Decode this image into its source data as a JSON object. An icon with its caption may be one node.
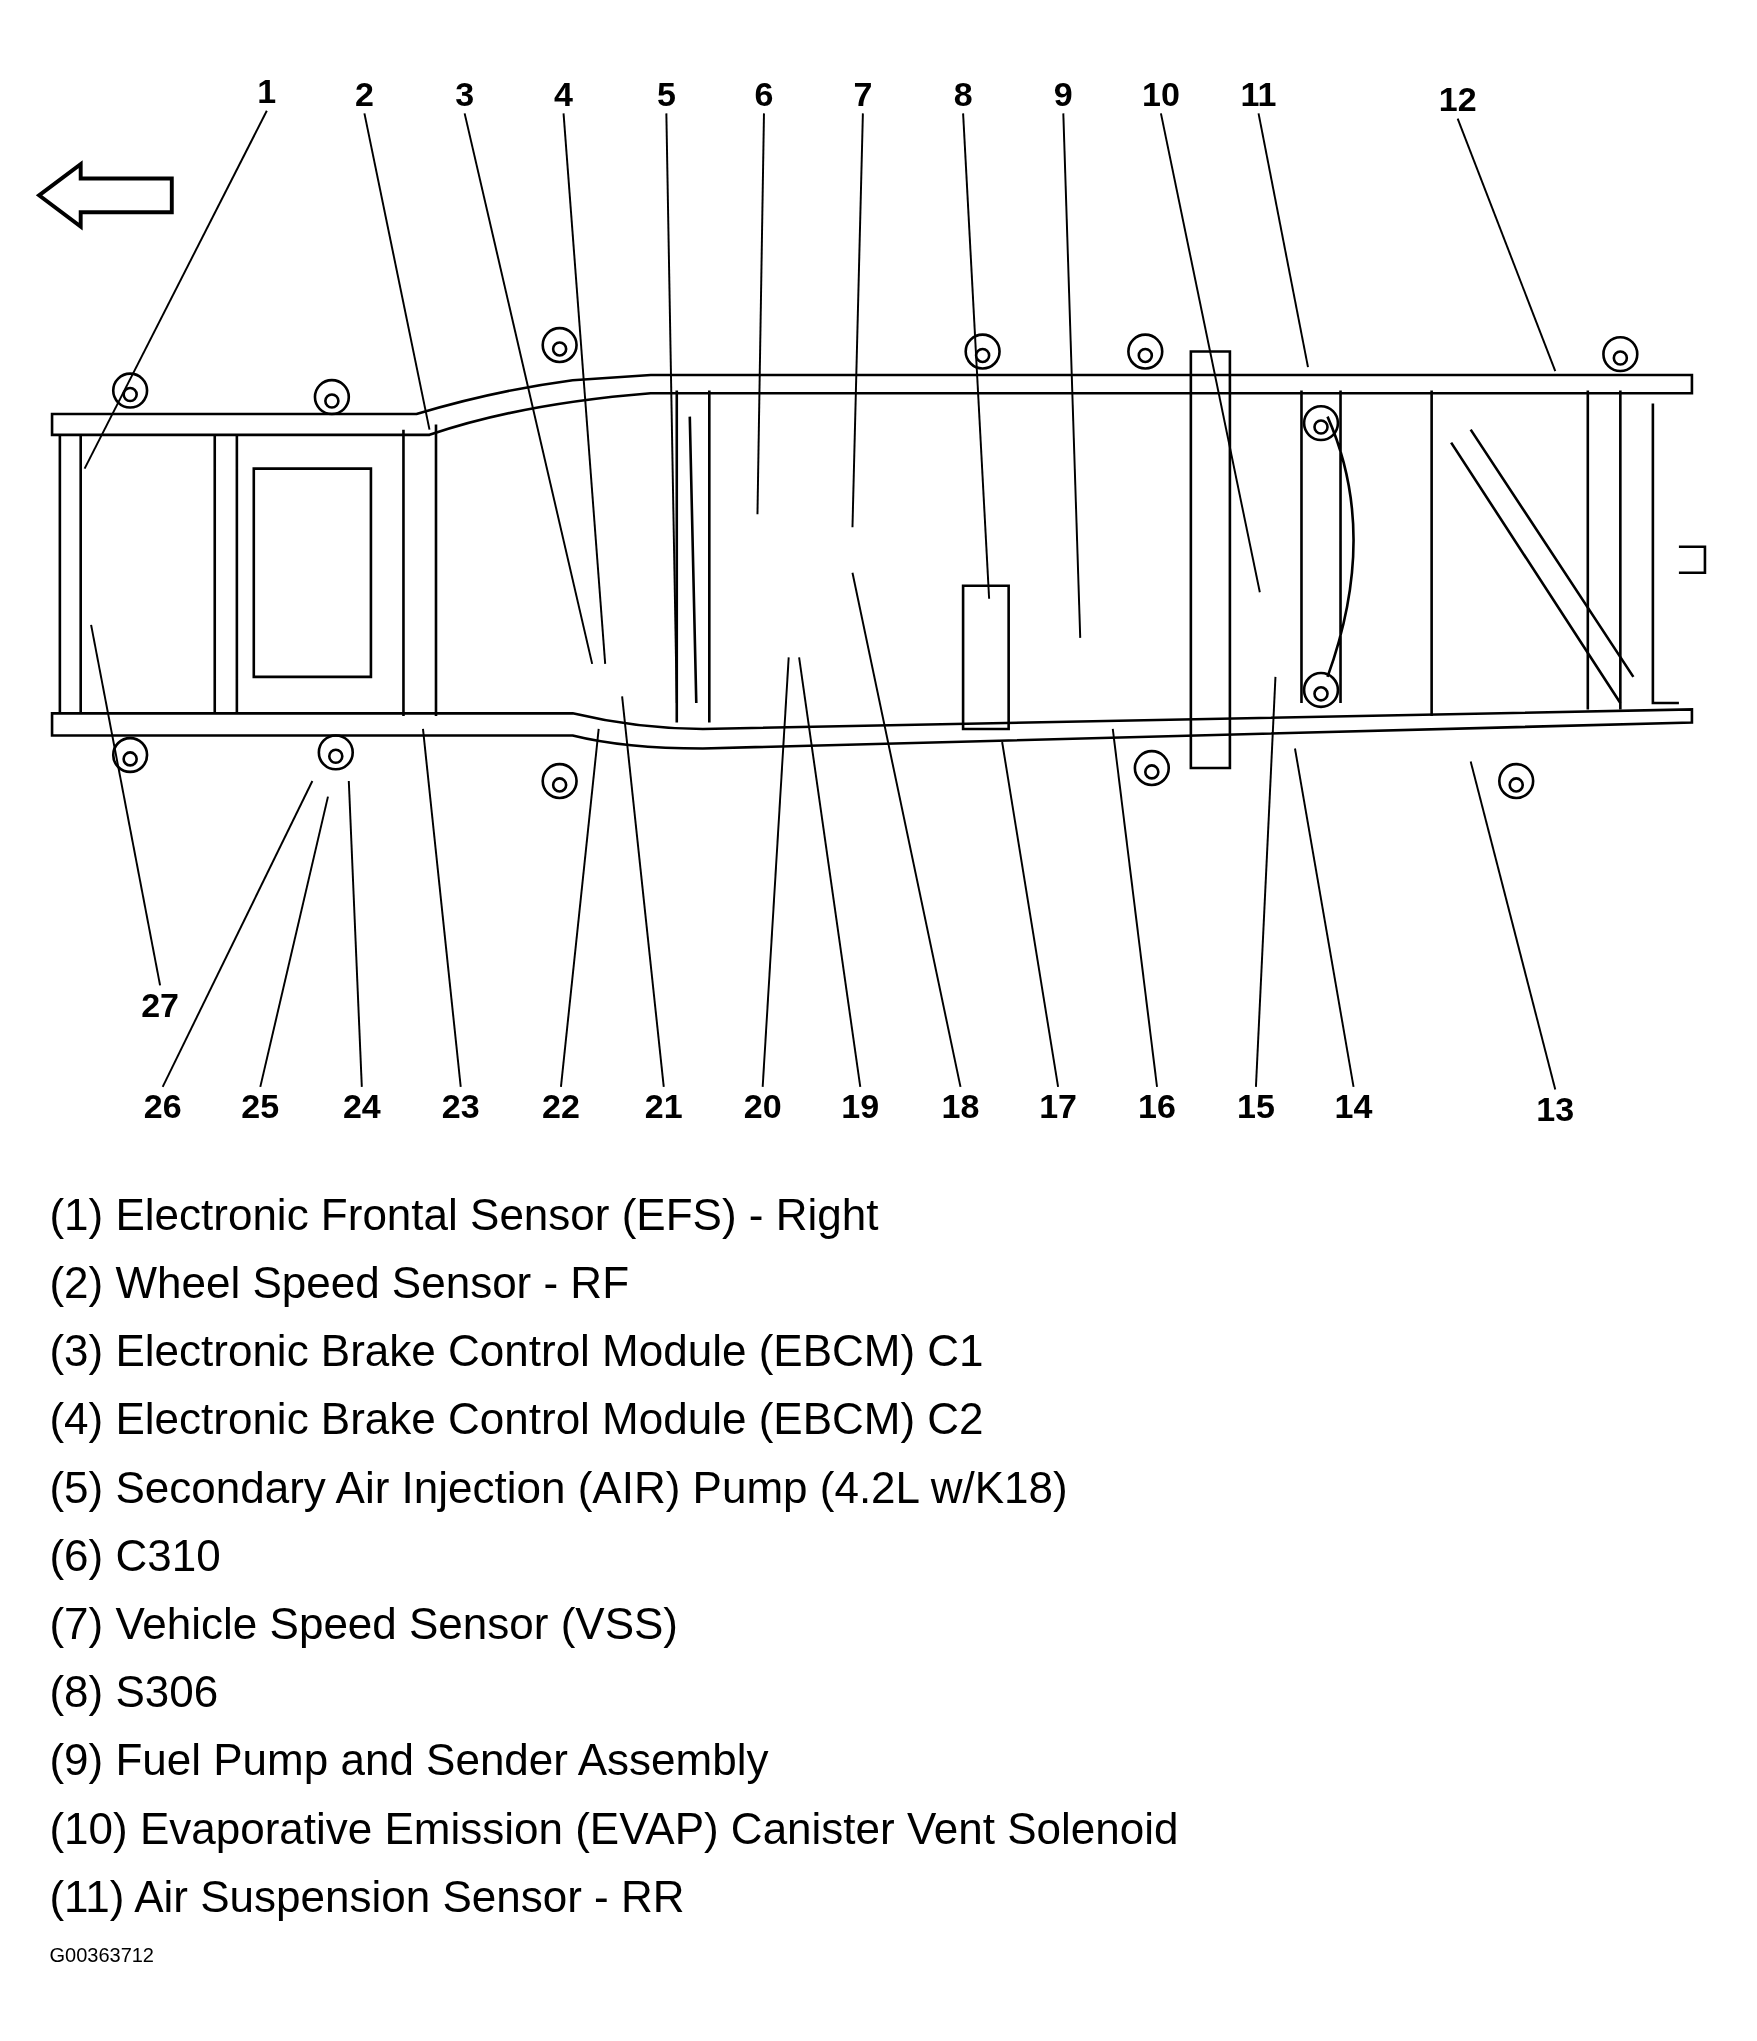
{
  "diagram": {
    "nodes": [
      {
        "text": [
          "1"
        ]
      },
      {
        "text": [
          "2"
        ]
      },
      {
        "text": [
          "3"
        ]
      },
      {
        "text": [
          "4"
        ]
      },
      {
        "text": [
          "5"
        ]
      },
      {
        "text": [
          "6"
        ]
      },
      {
        "text": [
          "7"
        ]
      },
      {
        "text": [
          "8"
        ]
      },
      {
        "text": [
          "9"
        ]
      },
      {
        "text": [
          "10"
        ]
      },
      {
        "text": [
          "11"
        ]
      },
      {
        "text": [
          "12"
        ]
      },
      {
        "text": [
          "27"
        ]
      },
      {
        "text": [
          "26"
        ]
      },
      {
        "text": [
          "25"
        ]
      },
      {
        "text": [
          "24"
        ]
      },
      {
        "text": [
          "23"
        ]
      },
      {
        "text": [
          "22"
        ]
      },
      {
        "text": [
          "21"
        ]
      },
      {
        "text": [
          "20"
        ]
      },
      {
        "text": [
          "19"
        ]
      },
      {
        "text": [
          "18"
        ]
      },
      {
        "text": [
          "17"
        ]
      },
      {
        "text": [
          "16"
        ]
      },
      {
        "text": [
          "15"
        ]
      },
      {
        "text": [
          "14"
        ]
      },
      {
        "text": [
          "13"
        ]
      }
    ],
    "edges": [
      {
        "from": 0,
        "to": null,
        "arrow": "none"
      },
      {
        "from": 1,
        "to": null,
        "arrow": "none"
      },
      {
        "from": 2,
        "to": null,
        "arrow": "none"
      },
      {
        "from": 3,
        "to": null,
        "arrow": "none"
      },
      {
        "from": 4,
        "to": null,
        "arrow": "none"
      },
      {
        "from": 5,
        "to": null,
        "arrow": "none"
      },
      {
        "from": 6,
        "to": null,
        "arrow": "none"
      },
      {
        "from": 7,
        "to": null,
        "arrow": "none"
      },
      {
        "from": 8,
        "to": null,
        "arrow": "none"
      },
      {
        "from": 9,
        "to": null,
        "arrow": "none"
      },
      {
        "from": 10,
        "to": null,
        "arrow": "none"
      },
      {
        "from": 11,
        "to": null,
        "arrow": "none"
      },
      {
        "from": 12,
        "to": null,
        "arrow": "none"
      },
      {
        "from": 13,
        "to": null,
        "arrow": "none"
      },
      {
        "from": 14,
        "to": null,
        "arrow": "none"
      },
      {
        "from": 15,
        "to": null,
        "arrow": "none"
      },
      {
        "from": 16,
        "to": null,
        "arrow": "none"
      },
      {
        "from": 17,
        "to": null,
        "arrow": "none"
      },
      {
        "from": 18,
        "to": null,
        "arrow": "none"
      },
      {
        "from": 19,
        "to": null,
        "arrow": "none"
      },
      {
        "from": 20,
        "to": null,
        "arrow": "none"
      },
      {
        "from": 21,
        "to": null,
        "arrow": "none"
      },
      {
        "from": 22,
        "to": null,
        "arrow": "none"
      },
      {
        "from": 23,
        "to": null,
        "arrow": "none"
      },
      {
        "from": 24,
        "to": null,
        "arrow": "none"
      },
      {
        "from": 25,
        "to": null,
        "arrow": "none"
      },
      {
        "from": 26,
        "to": null,
        "arrow": "none"
      }
    ],
    "labels": [
      "(1) Electronic Frontal Sensor (EFS) - Right",
      "(2) Wheel Speed Sensor - RF",
      "(3) Electronic Brake Control Module (EBCM) C1",
      "(4) Electronic Brake Control Module (EBCM) C2",
      "(5) Secondary Air Injection (AIR) Pump (4.2L w/K18)",
      "(6) C310",
      "(7) Vehicle Speed Sensor (VSS)",
      "(8) S306",
      "(9) Fuel Pump and Sender Assembly",
      "(10) Evaporative Emission (EVAP) Canister Vent Solenoid",
      "(11) Air Suspension Sensor - RR",
      "G00363712"
    ]
  }
}
